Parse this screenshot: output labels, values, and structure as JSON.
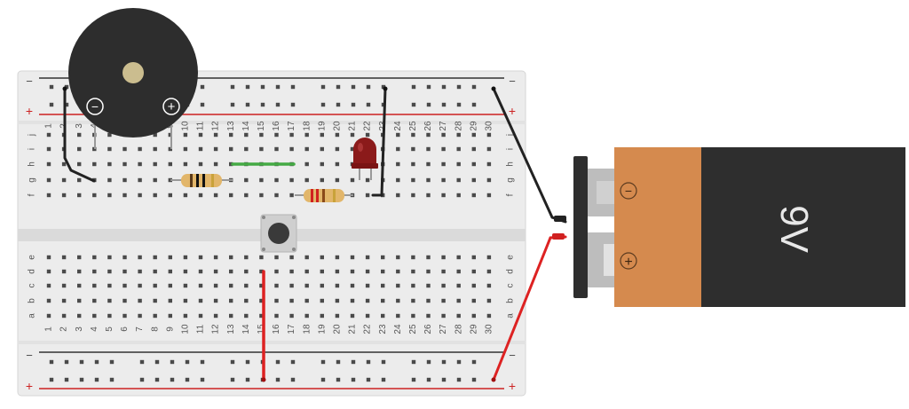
{
  "breadboard": {
    "columns": [
      "1",
      "2",
      "3",
      "4",
      "5",
      "6",
      "7",
      "8",
      "9",
      "10",
      "11",
      "12",
      "13",
      "14",
      "15",
      "16",
      "17",
      "18",
      "19",
      "20",
      "21",
      "22",
      "23",
      "24",
      "25",
      "26",
      "27",
      "28",
      "29",
      "30"
    ],
    "rows_top": [
      "j",
      "i",
      "h",
      "g",
      "f"
    ],
    "rows_bottom": [
      "e",
      "d",
      "c",
      "b",
      "a"
    ],
    "rail_minus": "−",
    "rail_plus": "+"
  },
  "buzzer": {
    "minus_symbol": "−",
    "plus_symbol": "+"
  },
  "battery": {
    "voltage_label": "9V",
    "minus_symbol": "−",
    "plus_symbol": "+"
  },
  "colors": {
    "board": "#ececec",
    "rail_red": "#cc2222",
    "wire_black": "#222222",
    "wire_red": "#dd2222",
    "wire_green": "#44aa44",
    "battery_body": "#d58a4e",
    "battery_label": "#2e2e2e",
    "led": "#8b1a1a",
    "buzzer": "#2d2d2d"
  }
}
